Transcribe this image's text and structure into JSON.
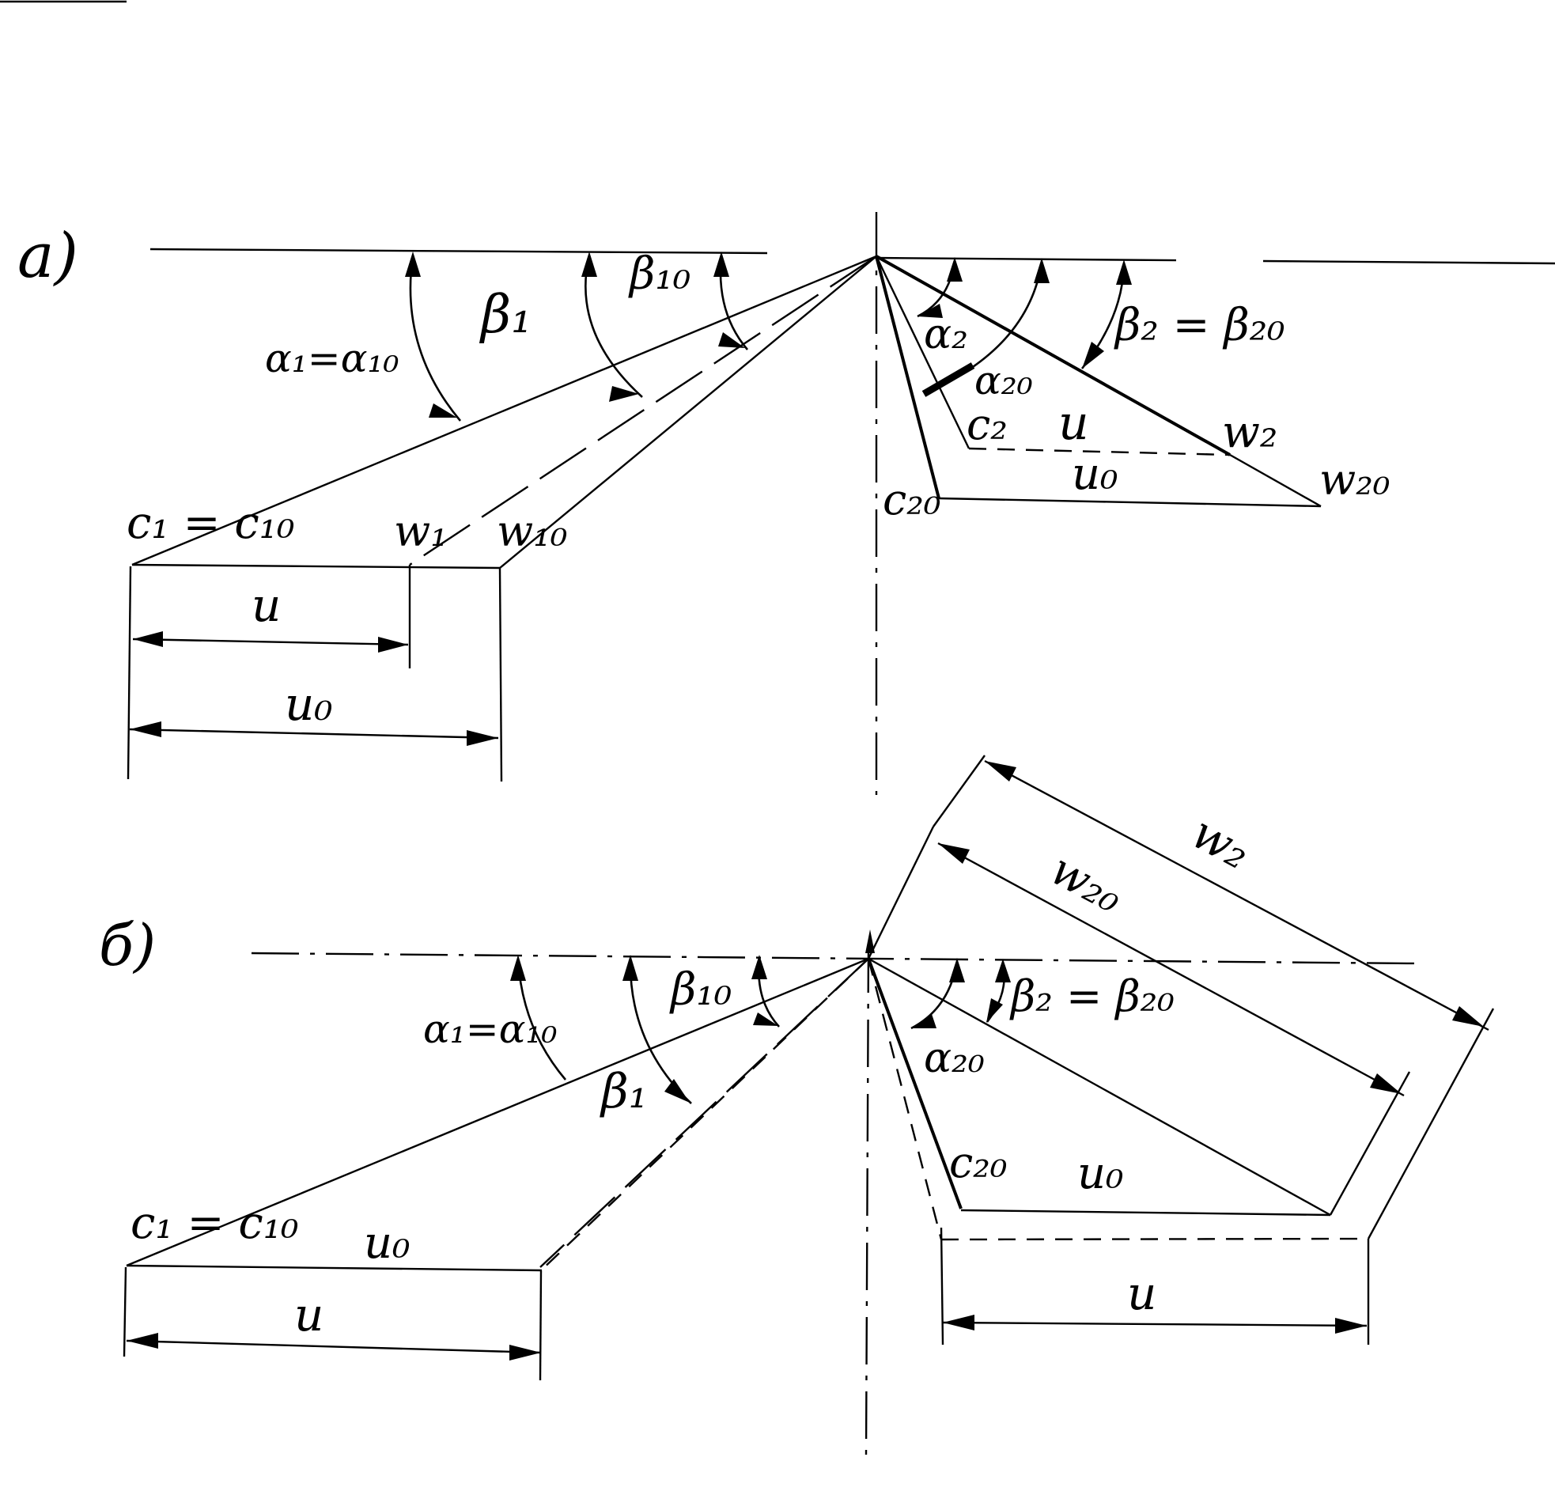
{
  "panel_a": {
    "marker": "a)",
    "angles": {
      "alpha1": "α₁=α₁₀",
      "beta1": "β₁",
      "beta10": "β₁₀",
      "alpha2": "α₂",
      "alpha20": "α₂₀",
      "beta2": "β₂ = β₂₀"
    },
    "vectors": {
      "c1": "c₁ = c₁₀",
      "w1": "w₁",
      "w10": "w₁₀",
      "c2": "c₂",
      "u_out": "u",
      "w2": "w₂",
      "c20": "c₂₀",
      "u0_out": "u₀",
      "w20": "w₂₀"
    },
    "dims": {
      "u": "u",
      "u0": "u₀"
    }
  },
  "panel_b": {
    "marker": "б)",
    "angles": {
      "alpha1": "α₁=α₁₀",
      "beta1": "β₁",
      "beta10": "β₁₀",
      "alpha20": "α₂₀",
      "beta2": "β₂ = β₂₀"
    },
    "vectors": {
      "c1": "c₁ = c₁₀",
      "u0_in": "u₀",
      "c20": "c₂₀",
      "u0_out": "u₀"
    },
    "dims": {
      "u_in": "u",
      "u_out": "u",
      "w2": "w₂",
      "w20": "w₂₀"
    }
  }
}
